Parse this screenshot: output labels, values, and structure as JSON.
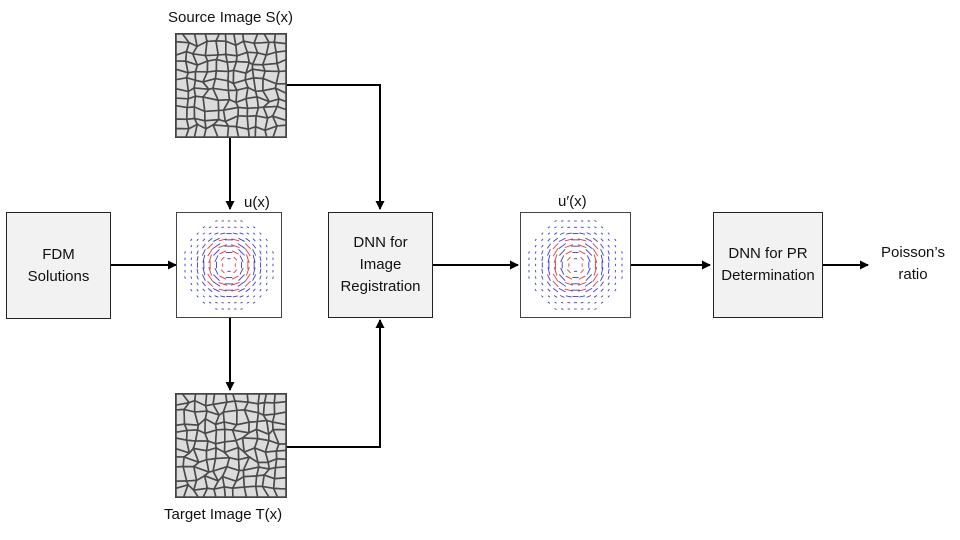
{
  "labels": {
    "source": "Source Image S(x)",
    "target": "Target Image T(x)",
    "u": "u(x)",
    "u_prime": "u′(x)",
    "output": "Poisson’s\nratio"
  },
  "boxes": {
    "fdm": "FDM\nSolutions",
    "dnn_reg": "DNN for\nImage\nRegistration",
    "dnn_pr": "DNN for PR\nDetermination"
  },
  "images": {
    "source": "voronoi-texture",
    "target": "voronoi-texture",
    "u": "vector-field-plot",
    "u_prime": "vector-field-plot"
  },
  "colors": {
    "line": "#000000",
    "box_fill": "#f2f2f2",
    "texture_stroke": "#4a4a4a",
    "texture_fill": "#dcdcdc",
    "vec_red": "#e23b3b",
    "vec_blue": "#3b3bd8"
  }
}
